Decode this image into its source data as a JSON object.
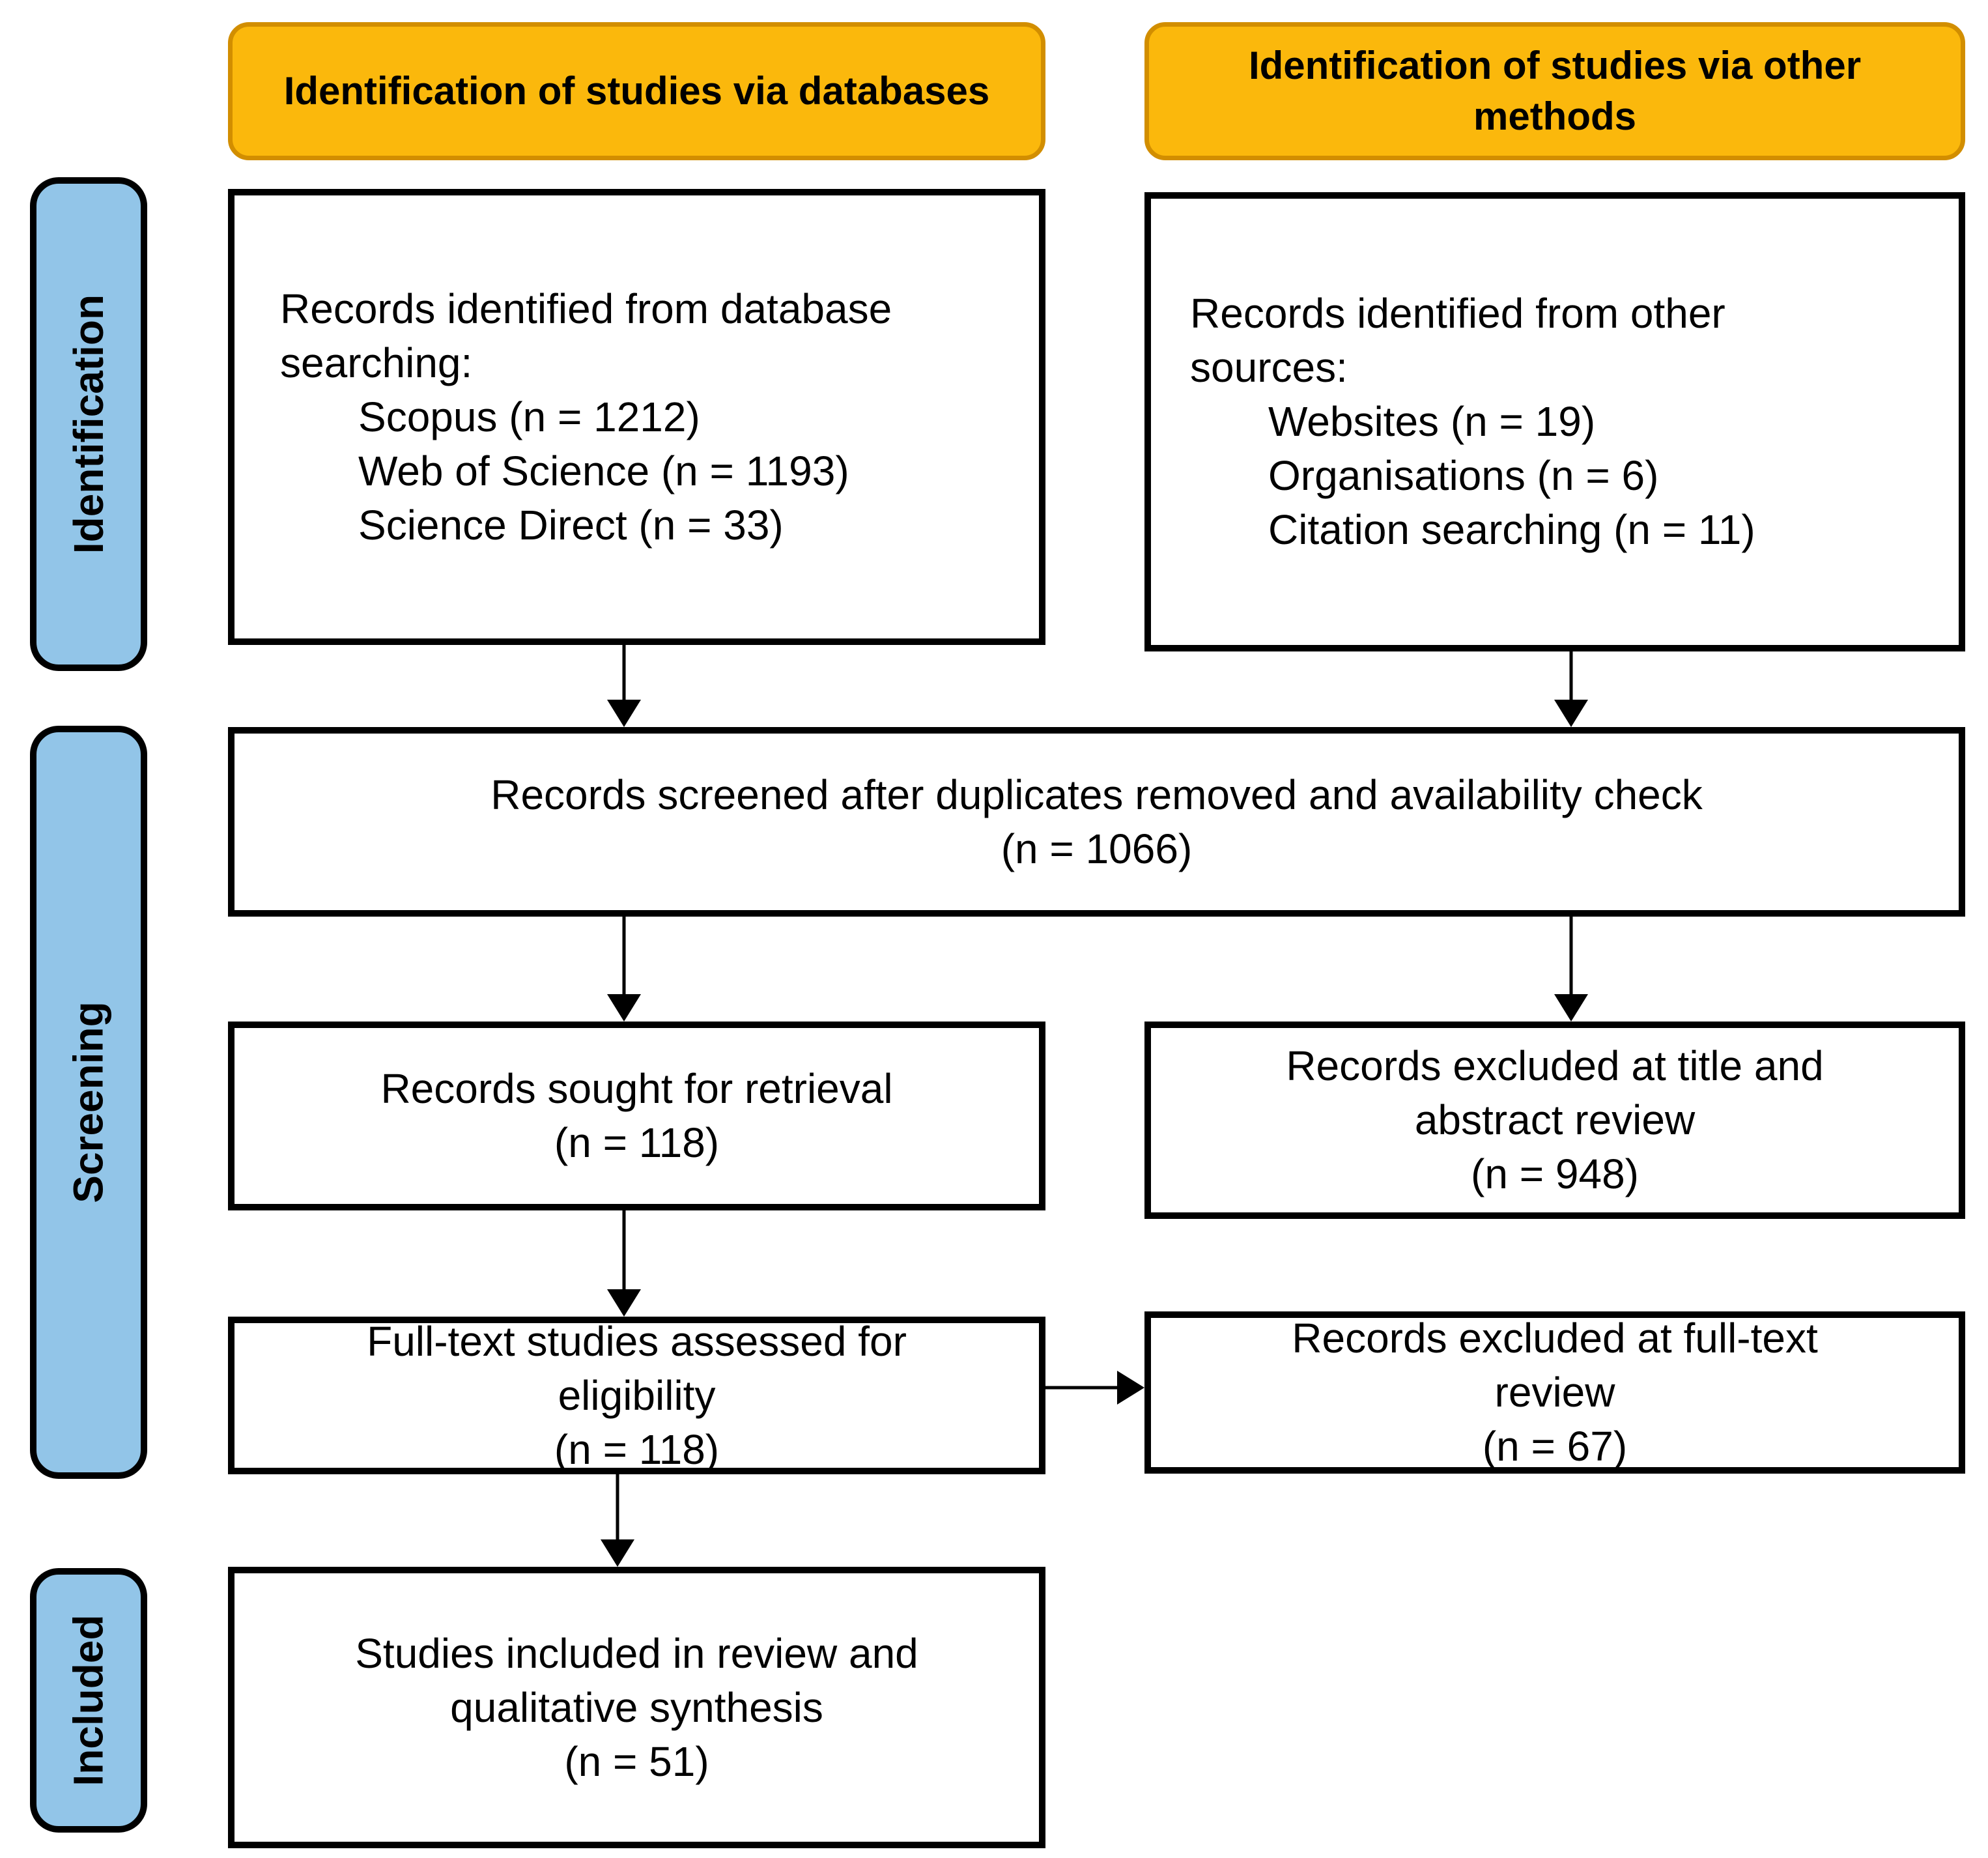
{
  "headers": {
    "left": "Identification of studies via databases",
    "right": "Identification of studies via other methods"
  },
  "side_labels": {
    "identification": "Identification",
    "screening": "Screening",
    "included": "Included"
  },
  "boxes": {
    "db_records": {
      "intro": "Records identified from database searching:",
      "items": [
        "Scopus (n = 1212)",
        "Web of Science (n = 1193)",
        "Science Direct (n = 33)"
      ]
    },
    "other_records": {
      "intro": "Records identified from other sources:",
      "items": [
        "Websites (n = 19)",
        "Organisations (n = 6)",
        "Citation searching (n = 11)"
      ]
    },
    "screened": {
      "line1": "Records screened after duplicates removed and availability check",
      "line2": "(n = 1066)"
    },
    "sought": {
      "line1": "Records sought for retrieval",
      "line2": "(n = 118)"
    },
    "excluded_title_abstract": {
      "line1": "Records excluded at title and abstract review",
      "line2": "(n = 948)"
    },
    "fulltext": {
      "line1": "Full-text studies assessed for eligibility",
      "line2": "(n = 118)"
    },
    "excluded_fulltext": {
      "line1": "Records excluded at full-text review",
      "line2": "(n = 67)"
    },
    "included": {
      "line1": "Studies included in review and qualitative synthesis",
      "line2": "(n = 51)"
    }
  },
  "colors": {
    "header_fill": "#FBB80C",
    "header_border": "#D28E00",
    "side_fill": "#92C5E8",
    "box_border": "#000000"
  }
}
